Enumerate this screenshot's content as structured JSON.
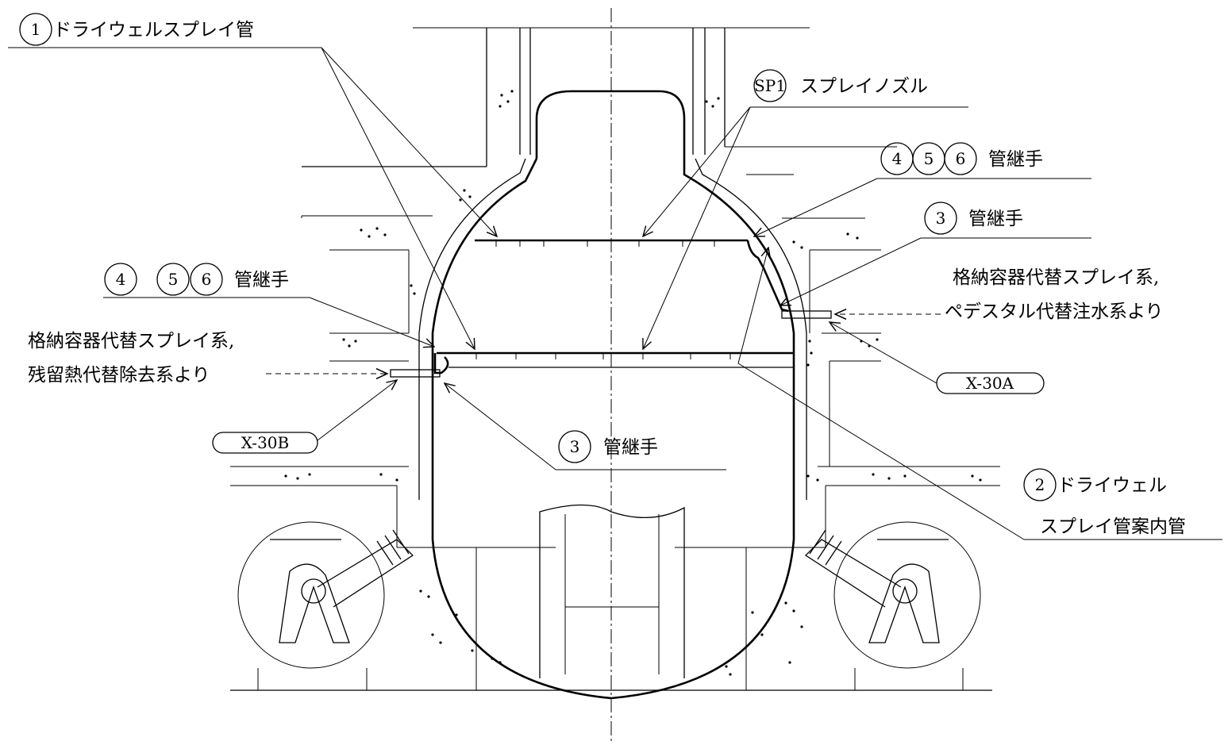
{
  "labels": {
    "drywell_spray_pipe": {
      "num": "1",
      "text": "ドライウェルスプレイ管"
    },
    "spray_nozzle": {
      "num": "SP1",
      "text": "スプレイノズル"
    },
    "joint_456_right": {
      "nums": [
        "4",
        "5",
        "6"
      ],
      "text": "管継手"
    },
    "joint_3_right": {
      "num": "3",
      "text": "管継手"
    },
    "joint_456_left": {
      "nums": [
        "4",
        "5",
        "6"
      ],
      "text": "管継手"
    },
    "joint_3_center": {
      "num": "3",
      "text": "管継手"
    },
    "guide_pipe": {
      "num": "2",
      "text_line1": "ドライウェル",
      "text_line2": "スプレイ管案内管"
    }
  },
  "sources": {
    "right_line1": "格納容器代替スプレイ系,",
    "right_line2": "ペデスタル代替注水系より",
    "left_line1": "格納容器代替スプレイ系,",
    "left_line2": "残留熱代替除去系より"
  },
  "penetrations": {
    "right": "X-30A",
    "left": "X-30B"
  }
}
